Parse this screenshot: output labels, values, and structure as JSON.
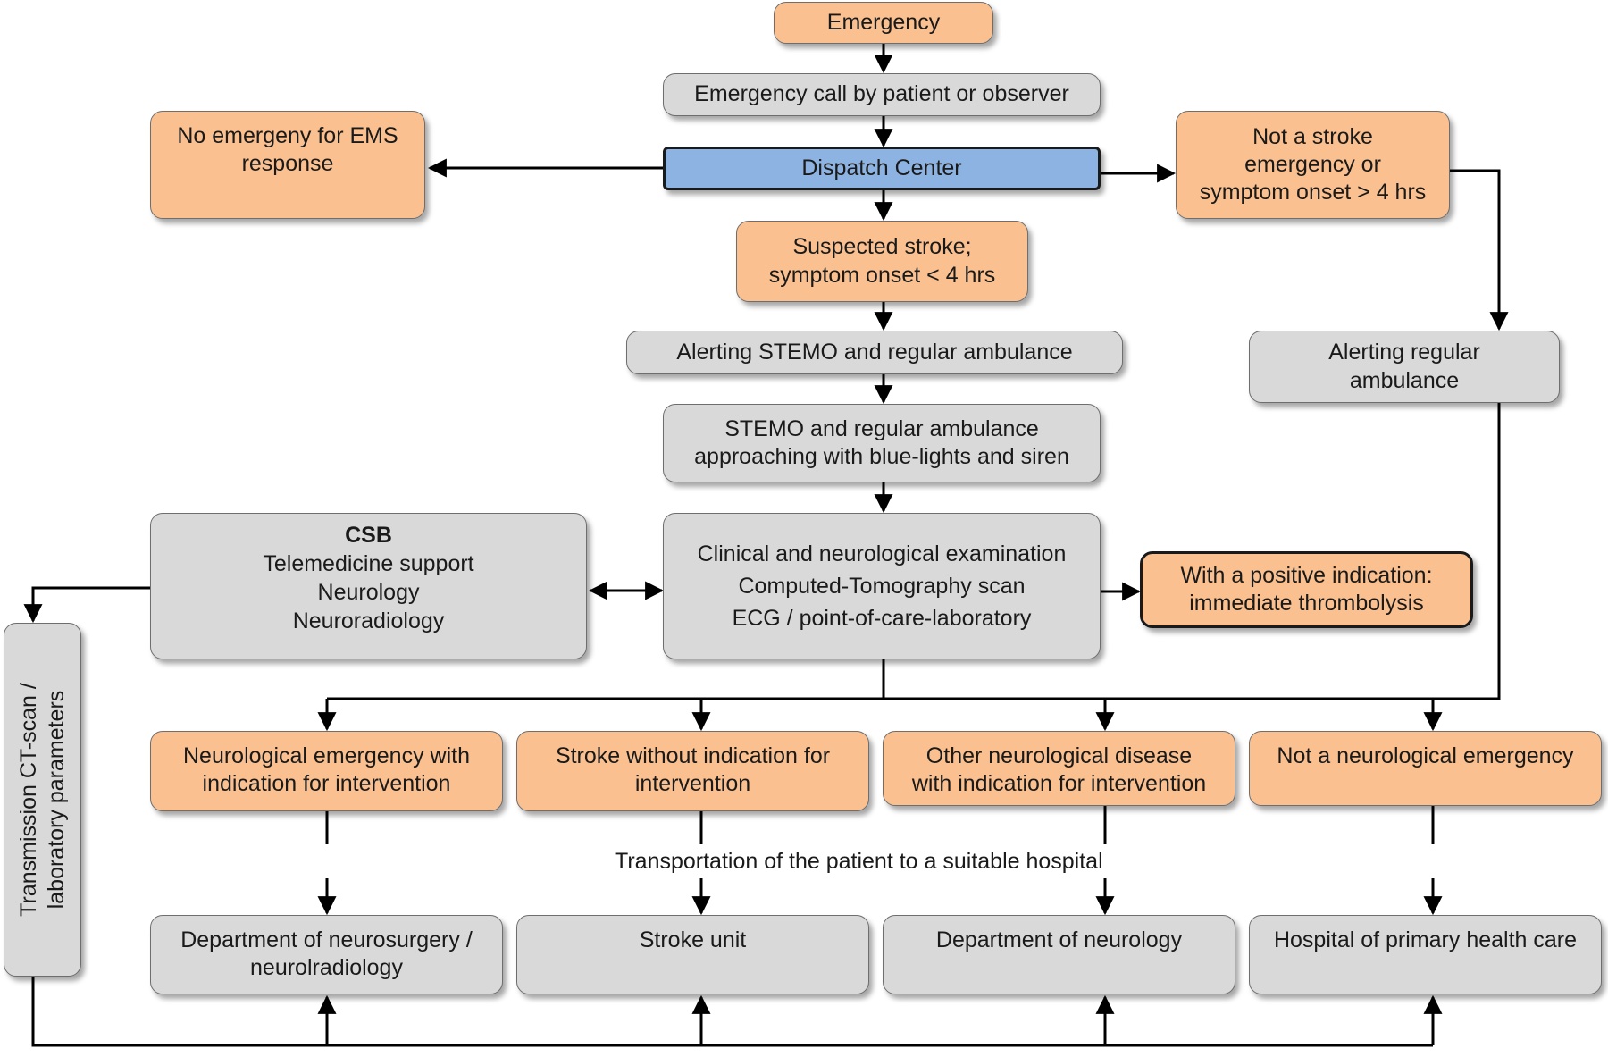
{
  "nodes": {
    "emergency": "Emergency",
    "emergency_call": "Emergency call by patient or observer",
    "no_emergency": [
      "No emergeny for EMS",
      "response"
    ],
    "dispatch_center": "Dispatch Center",
    "not_stroke": [
      "Not a stroke",
      "emergency or",
      "symptom onset > 4 hrs"
    ],
    "suspected_stroke": [
      "Suspected stroke;",
      "symptom onset < 4 hrs"
    ],
    "alerting_stemo": "Alerting STEMO and regular ambulance",
    "alerting_regular": [
      "Alerting regular",
      "ambulance"
    ],
    "stemo_approaching": [
      "STEMO and regular ambulance",
      "approaching with blue-lights and siren"
    ],
    "csb": {
      "title": "CSB",
      "lines": [
        "Telemedicine support",
        "Neurology",
        "Neuroradiology"
      ]
    },
    "examination": [
      "Clinical and neurological examination",
      "Computed-Tomography scan",
      "ECG / point-of-care-laboratory"
    ],
    "positive_indication": [
      "With a positive indication:",
      "immediate thrombolysis"
    ],
    "transmission": [
      "Transmission CT-scan /",
      "laboratory parameters"
    ],
    "outcome_1": [
      "Neurological emergency with",
      "indication for intervention"
    ],
    "outcome_2": [
      "Stroke without indication for",
      "intervention"
    ],
    "outcome_3": [
      "Other neurological disease",
      "with indication for intervention"
    ],
    "outcome_4": [
      "Not a neurological emergency"
    ],
    "dest_1": [
      "Department of neurosurgery /",
      "neurolradiology"
    ],
    "dest_2": [
      "Stroke unit"
    ],
    "dest_3": [
      "Department of neurology"
    ],
    "dest_4": [
      "Hospital of primary health care"
    ]
  },
  "transport_label": "Transportation of the patient to a suitable hospital",
  "colors": {
    "gray_box": "#d9d9d9",
    "orange_box": "#fac090",
    "blue_box": "#8db3e2",
    "connector": "#000000"
  }
}
